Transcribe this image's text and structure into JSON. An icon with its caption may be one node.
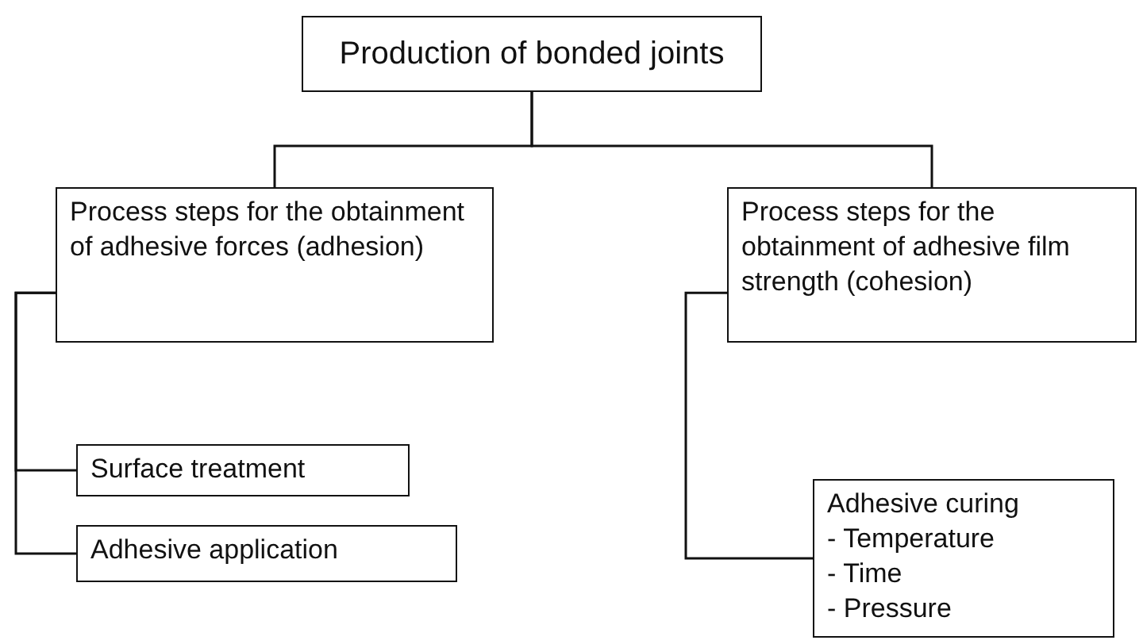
{
  "diagram": {
    "nodes": [
      {
        "text": [
          "Production of bonded joints"
        ]
      },
      {
        "text": [
          "Process steps for the obtainment of adhesive forces (adhesion)"
        ]
      },
      {
        "text": [
          "Process steps for the obtainment of adhesive film strength (cohesion)"
        ]
      },
      {
        "text": [
          "Surface treatment"
        ]
      },
      {
        "text": [
          "Adhesive application"
        ]
      },
      {
        "text": [
          "Adhesive curing",
          "- Temperature",
          "- Time",
          "- Pressure"
        ]
      }
    ],
    "edges": [
      {
        "from": 0,
        "to": 1,
        "arrow": "none"
      },
      {
        "from": 0,
        "to": 2,
        "arrow": "none"
      },
      {
        "from": 1,
        "to": 3,
        "arrow": "none"
      },
      {
        "from": 1,
        "to": 4,
        "arrow": "none"
      },
      {
        "from": 2,
        "to": 5,
        "arrow": "none"
      }
    ]
  }
}
